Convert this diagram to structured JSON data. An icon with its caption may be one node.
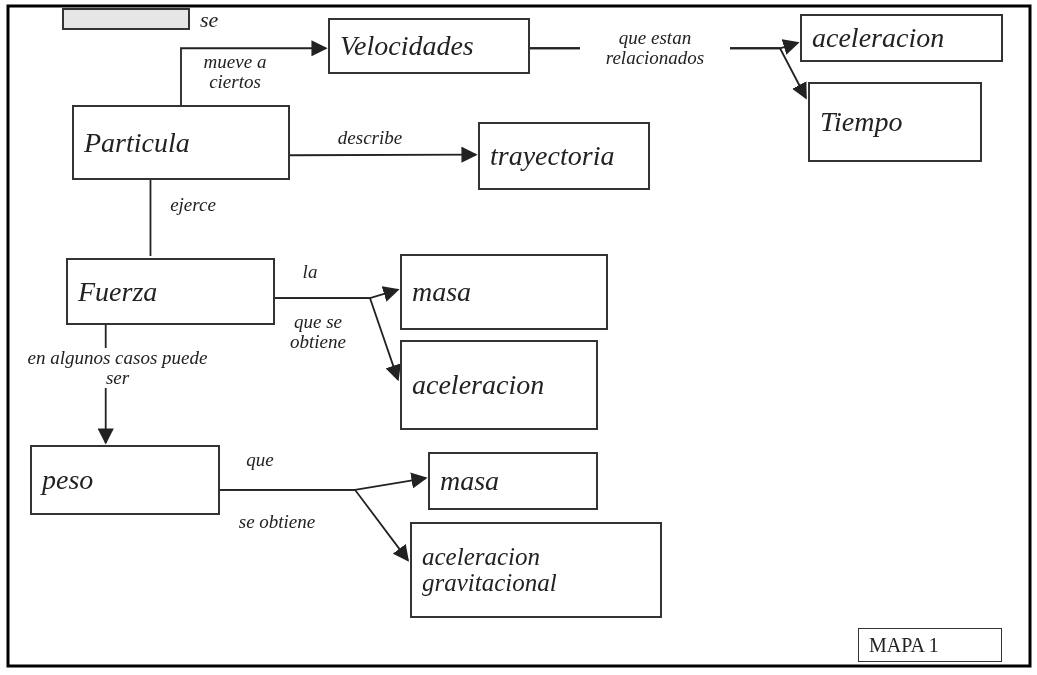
{
  "diagram": {
    "nodes": [
      {
        "text": [],
        "shape": "box"
      },
      {
        "text": [
          "Velocidades"
        ]
      },
      {
        "text": [
          "aceleracion"
        ]
      },
      {
        "text": [
          "Tiempo"
        ]
      },
      {
        "text": [
          "Particula"
        ]
      },
      {
        "text": [
          "trayectoria"
        ]
      },
      {
        "text": [
          "Fuerza"
        ]
      },
      {
        "text": [
          "masa"
        ]
      },
      {
        "text": [
          "aceleracion"
        ]
      },
      {
        "text": [
          "peso"
        ]
      },
      {
        "text": [
          "masa"
        ]
      },
      {
        "text": [
          "aceleracion gravitacional"
        ]
      },
      {
        "text": [
          "MAPA 1"
        ]
      }
    ],
    "edges": [
      {
        "from": 4,
        "to": 1,
        "arrow": "to",
        "label": "mueve a ciertos"
      },
      {
        "from": 1,
        "to": 2,
        "arrow": "to",
        "label": "que estan relacionados"
      },
      {
        "from": 1,
        "to": 3,
        "arrow": "to"
      },
      {
        "from": 4,
        "to": 5,
        "arrow": "to",
        "label": "describe"
      },
      {
        "from": 4,
        "to": 6,
        "arrow": "none",
        "label": "ejerce"
      },
      {
        "from": 6,
        "to": 7,
        "arrow": "to",
        "label": "la"
      },
      {
        "from": 6,
        "to": 8,
        "arrow": "to",
        "label": "que se obtiene"
      },
      {
        "from": 6,
        "to": 9,
        "arrow": "to",
        "label": "en algunos casos puede ser"
      },
      {
        "from": 9,
        "to": 10,
        "arrow": "to",
        "label": "que"
      },
      {
        "from": 9,
        "to": 11,
        "arrow": "to",
        "label": "se obtiene"
      }
    ],
    "labels": [
      "se"
    ]
  }
}
